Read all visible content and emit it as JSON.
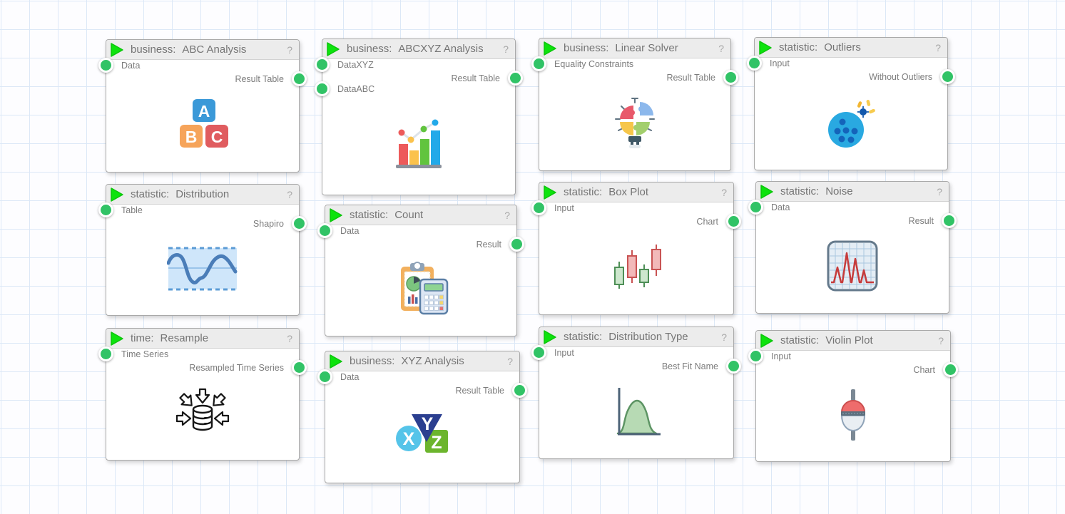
{
  "canvas": {
    "background": "#fdfdff",
    "grid_color": "#dce8f7"
  },
  "colors": {
    "port_green": "#31c366",
    "play_green": "#0de30d",
    "header_bg": "#ececec",
    "node_border": "#a9a9a9",
    "title_text": "#757575",
    "port_label_text": "#7c7c7c"
  },
  "nodes": [
    {
      "category": "business:",
      "name": "ABC Analysis",
      "help_label": "?",
      "icon": "abc-blocks-icon",
      "inputs": [
        {
          "label": "Data"
        }
      ],
      "outputs": [
        {
          "label": "Result Table"
        }
      ]
    },
    {
      "category": "business:",
      "name": "ABCXYZ Analysis",
      "help_label": "?",
      "icon": "bar-line-chart-icon",
      "inputs": [
        {
          "label": "DataXYZ"
        },
        {
          "label": "DataABC"
        }
      ],
      "outputs": [
        {
          "label": "Result Table"
        }
      ]
    },
    {
      "category": "business:",
      "name": "Linear Solver",
      "help_label": "?",
      "icon": "puzzle-bulb-icon",
      "inputs": [
        {
          "label": "Equality Constraints"
        }
      ],
      "outputs": [
        {
          "label": "Result Table"
        }
      ]
    },
    {
      "category": "statistic:",
      "name": "Outliers",
      "help_label": "?",
      "icon": "scatter-outlier-icon",
      "inputs": [
        {
          "label": "Input"
        }
      ],
      "outputs": [
        {
          "label": "Without Outliers"
        }
      ]
    },
    {
      "category": "statistic:",
      "name": "Distribution",
      "help_label": "?",
      "icon": "wave-band-icon",
      "inputs": [
        {
          "label": "Table"
        }
      ],
      "outputs": [
        {
          "label": "Shapiro"
        }
      ]
    },
    {
      "category": "statistic:",
      "name": "Count",
      "help_label": "?",
      "icon": "clipboard-calculator-icon",
      "inputs": [
        {
          "label": "Data"
        }
      ],
      "outputs": [
        {
          "label": "Result"
        }
      ]
    },
    {
      "category": "statistic:",
      "name": "Box Plot",
      "help_label": "?",
      "icon": "candlestick-icon",
      "inputs": [
        {
          "label": "Input"
        }
      ],
      "outputs": [
        {
          "label": "Chart"
        }
      ]
    },
    {
      "category": "statistic:",
      "name": "Noise",
      "help_label": "?",
      "icon": "noise-grid-icon",
      "inputs": [
        {
          "label": "Data"
        }
      ],
      "outputs": [
        {
          "label": "Result"
        }
      ]
    },
    {
      "category": "time:",
      "name": "Resample",
      "help_label": "?",
      "icon": "database-arrows-icon",
      "inputs": [
        {
          "label": "Time Series"
        }
      ],
      "outputs": [
        {
          "label": "Resampled Time Series"
        }
      ]
    },
    {
      "category": "business:",
      "name": "XYZ Analysis",
      "help_label": "?",
      "icon": "xyz-letters-icon",
      "inputs": [
        {
          "label": "Data"
        }
      ],
      "outputs": [
        {
          "label": "Result Table"
        }
      ]
    },
    {
      "category": "statistic:",
      "name": "Distribution Type",
      "help_label": "?",
      "icon": "bell-curve-icon",
      "inputs": [
        {
          "label": "Input"
        }
      ],
      "outputs": [
        {
          "label": "Best Fit Name"
        }
      ]
    },
    {
      "category": "statistic:",
      "name": "Violin Plot",
      "help_label": "?",
      "icon": "float-bobber-icon",
      "inputs": [
        {
          "label": "Input"
        }
      ],
      "outputs": [
        {
          "label": "Chart"
        }
      ]
    }
  ]
}
